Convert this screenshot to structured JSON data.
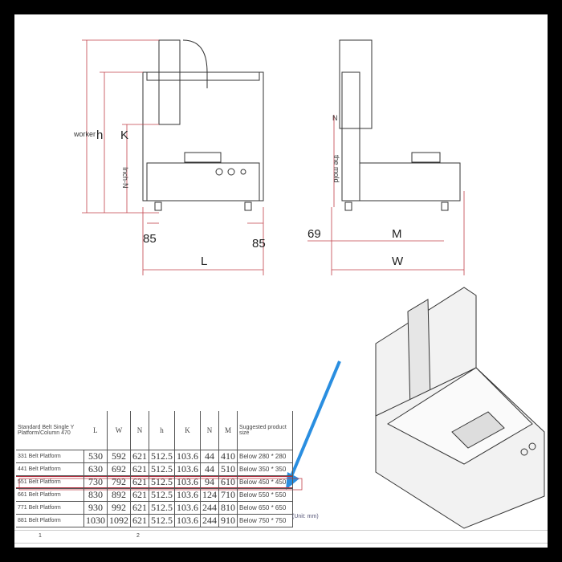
{
  "front_view": {
    "labels": {
      "worker": "worker",
      "h": "h",
      "K": "K",
      "inch_N": "Inch-N",
      "left_85": "85",
      "right_85": "85",
      "L": "L"
    }
  },
  "side_view": {
    "labels": {
      "N": "N",
      "the_mold": "the mold",
      "dim_69": "69",
      "M": "M",
      "W": "W"
    }
  },
  "table": {
    "header": {
      "label": "Standard Belt Single Y Platform/Column 470",
      "columns": [
        "L",
        "W",
        "N",
        "h",
        "K",
        "N",
        "M"
      ],
      "size": "Suggested product size"
    },
    "rows": [
      {
        "label": "331 Belt Platform",
        "values": [
          "530",
          "592",
          "621",
          "512.5",
          "103.6",
          "44",
          "410"
        ],
        "size": "Below 280 * 280"
      },
      {
        "label": "441 Belt Platform",
        "values": [
          "630",
          "692",
          "621",
          "512.5",
          "103.6",
          "44",
          "510"
        ],
        "size": "Below 350 * 350"
      },
      {
        "label": "551 Belt Platform",
        "values": [
          "730",
          "792",
          "621",
          "512.5",
          "103.6",
          "94",
          "610"
        ],
        "size": "Below 450 * 450"
      },
      {
        "label": "661 Belt Platform",
        "values": [
          "830",
          "892",
          "621",
          "512.5",
          "103.6",
          "124",
          "710"
        ],
        "size": "Below 550 * 550"
      },
      {
        "label": "771 Belt Platform",
        "values": [
          "930",
          "992",
          "621",
          "512.5",
          "103.6",
          "244",
          "810"
        ],
        "size": "Below 650 * 650"
      },
      {
        "label": "881 Belt Platform",
        "values": [
          "1030",
          "1092",
          "621",
          "512.5",
          "103.6",
          "244",
          "910"
        ],
        "size": "Below 750 * 750"
      }
    ],
    "highlighted_row": 2,
    "unit": "(Unit: mm)"
  },
  "footer": {
    "page_1": "1",
    "page_2": "2"
  },
  "colors": {
    "dimension": "#c0404a",
    "arrow": "#2a8ee0",
    "line": "#333333"
  }
}
